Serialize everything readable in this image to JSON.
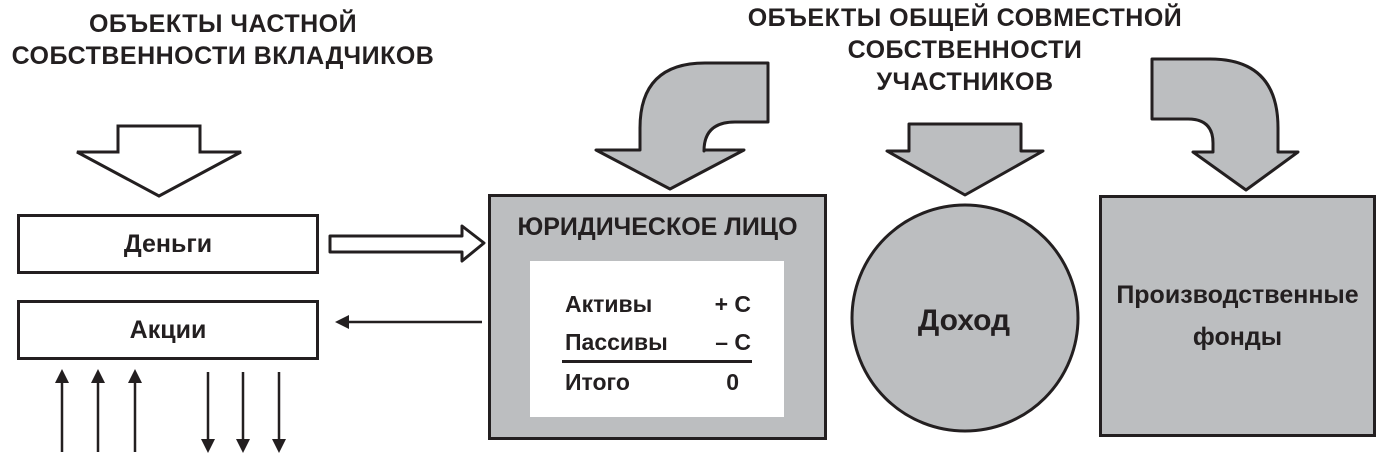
{
  "private_heading": {
    "line1": "ОБЪЕКТЫ ЧАСТНОЙ",
    "line2": "СОБСТВЕННОСТИ ВКЛАДЧИКОВ"
  },
  "common_heading": {
    "line1": "ОБЪЕКТЫ ОБЩЕЙ СОВМЕСТНОЙ",
    "line2": "СОБСТВЕННОСТИ",
    "line3": "УЧАСТНИКОВ"
  },
  "money_box": {
    "label": "Деньги"
  },
  "shares_box": {
    "label": "Акции"
  },
  "legal_entity": {
    "title": "ЮРИДИЧЕСКОЕ ЛИЦО",
    "balance": {
      "assets_label": "Активы",
      "assets_value": "+ С",
      "liabilities_label": "Пассивы",
      "liabilities_value": "– С",
      "total_label": "Итого",
      "total_value": "0"
    }
  },
  "income": {
    "label": "Доход"
  },
  "funds_box": {
    "line1": "Производственные",
    "line2": "фонды"
  },
  "colors": {
    "ink": "#231f20",
    "fill_gray": "#bcbec0",
    "background": "#ffffff"
  },
  "icons": {
    "hollow_down_arrow": "down-arrow-icon",
    "curved_down_arrow": "curved-arrow-icon",
    "right_block_arrow": "right-arrow-icon",
    "left_line_arrow": "left-arrow-icon",
    "up_line_arrows": "up-arrow-icon",
    "down_line_arrows": "down-arrow-icon"
  }
}
